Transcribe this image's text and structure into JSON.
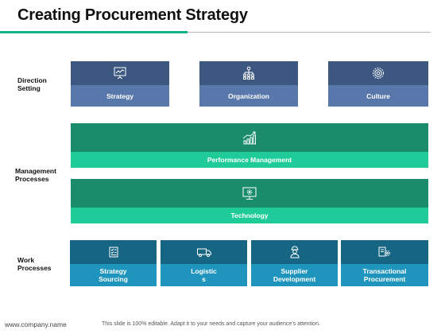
{
  "title": "Creating Procurement Strategy",
  "rows": {
    "direction": {
      "label_line1": "Direction",
      "label_line2": "Setting"
    },
    "management": {
      "label_line1": "Management",
      "label_line2": "Processes"
    },
    "work": {
      "label_line1": "Work",
      "label_line2": "Processes"
    }
  },
  "direction_items": [
    {
      "label": "Strategy",
      "icon": "presentation-board-icon"
    },
    {
      "label": "Organization",
      "icon": "org-chart-icon"
    },
    {
      "label": "Culture",
      "icon": "gear-icon"
    }
  ],
  "management_items": [
    {
      "label": "Performance Management",
      "icon": "growth-chart-icon"
    },
    {
      "label": "Technology",
      "icon": "monitor-gear-icon"
    }
  ],
  "work_items": [
    {
      "label_line1": "Strategy",
      "label_line2": "Sourcing",
      "icon": "checklist-icon"
    },
    {
      "label_line1": "Logistic",
      "label_line2": "s",
      "icon": "delivery-truck-icon"
    },
    {
      "label_line1": "Supplier",
      "label_line2": "Development",
      "icon": "worker-icon"
    },
    {
      "label_line1": "Transactional",
      "label_line2": "Procurement",
      "icon": "document-gear-icon"
    }
  ],
  "footer": {
    "website": "www.company.name",
    "note": "This slide is 100% editable. Adapt it to your needs and capture your audience's attention."
  },
  "colors": {
    "accent_green": "#13b38a",
    "direction_dark": "#3c5881",
    "direction_light": "#5878ab",
    "management_dark": "#1a8c6b",
    "management_light": "#1fcb98",
    "work_dark": "#156583",
    "work_light": "#1f95bd"
  }
}
